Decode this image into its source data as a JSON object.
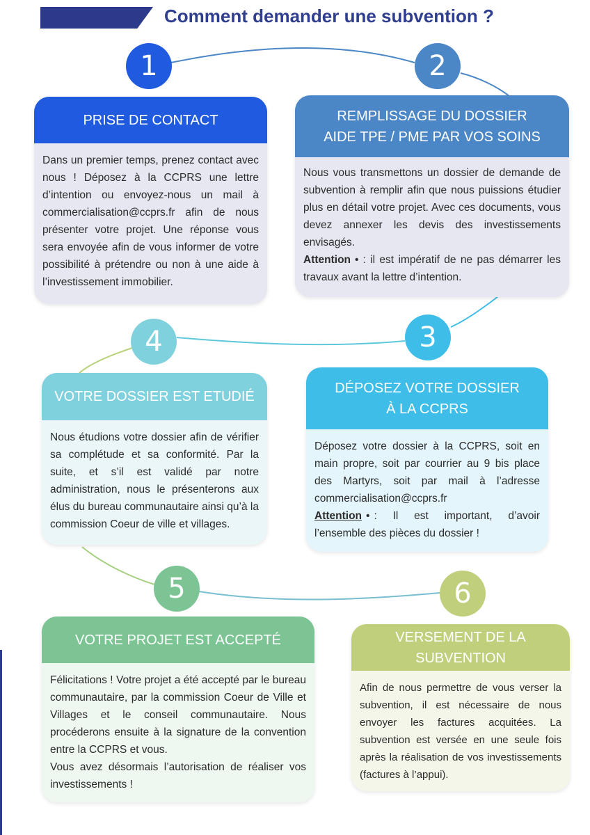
{
  "title": "Comment demander une subvention ?",
  "colors": {
    "navy": "#2c3a8c",
    "step1": "#1f5adf",
    "step2": "#4b86c6",
    "step3": "#3dbde8",
    "step4": "#7fd1dd",
    "step5": "#7cc493",
    "step6": "#c0cf7c"
  },
  "steps": [
    {
      "number": "1",
      "title": "PRISE DE CONTACT",
      "body": "Dans un premier temps, prenez contact avec nous ! Déposez à la CCPRS une lettre d’intention ou envoyez-nous un mail à commercialisation@ccprs.fr afin de nous présenter votre projet. Une réponse vous sera envoyée afin de vous informer de votre possibilité à prétendre ou non à une aide à l’investissement immobilier."
    },
    {
      "number": "2",
      "title_line1": "REMPLISSAGE DU DOSSIER",
      "title_line2": "AIDE TPE / PME PAR VOS SOINS",
      "body": "Nous vous transmettons un dossier de demande de subvention à remplir afin que nous puissions étudier plus en détail votre projet. Avec ces documents, vous devez annexer les devis des investissements envisagés.",
      "attention_label": "Attention",
      "bullet": "•",
      "attention_text": ": il est impératif de ne pas démarrer les travaux avant la lettre d’intention."
    },
    {
      "number": "3",
      "title_line1": "DÉPOSEZ VOTRE DOSSIER",
      "title_line2": "À LA CCPRS",
      "body": "Déposez votre dossier à la CCPRS, soit en main propre, soit par courrier au 9 bis place des Martyrs, soit par mail à l’adresse commercialisation@ccprs.fr",
      "attention_label": "Attention",
      "bullet": "•",
      "attention_text": ": Il est important, d’avoir l’ensemble des pièces du dossier !"
    },
    {
      "number": "4",
      "title": "VOTRE DOSSIER EST ETUDIÉ",
      "body": "Nous étudions votre dossier afin de vérifier sa complétude et sa conformité. Par la suite, et s’il est validé par notre administration, nous le présenterons aux élus du bureau communautaire ainsi qu’à la commission Coeur de ville et villages."
    },
    {
      "number": "5",
      "title": "VOTRE PROJET EST ACCEPTÉ",
      "body_p1": "Félicitations ! Votre projet a été accepté par le bureau communautaire, par la commission Coeur de Ville et Villages et le conseil communautaire. Nous procéderons ensuite à la signature de la convention entre la CCPRS et vous.",
      "body_p2": "Vous avez désormais l’autorisation de réaliser vos investissements !"
    },
    {
      "number": "6",
      "title_line1": "VERSEMENT DE LA",
      "title_line2": "SUBVENTION",
      "body": "Afin de nous permettre de vous verser la subvention, il est nécessaire de nous envoyer les factures acquitées. La subvention est versée en une seule fois après la réalisation de vos investissements (factures à l’appui)."
    }
  ]
}
